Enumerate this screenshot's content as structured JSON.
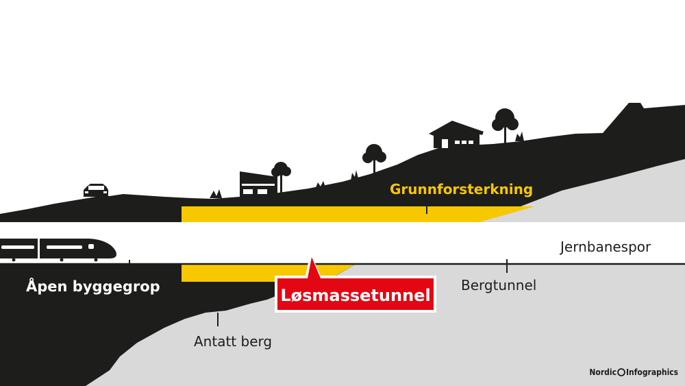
{
  "labels": {
    "grunnforsterkning": "Grunnforsterkning",
    "jernbanespor": "Jernbanespor",
    "apen_byggegrop": "Åpen byggegrop",
    "losmassetunnel": "Løsmassetunnel",
    "bergtunnel": "Bergtunnel",
    "antatt_berg": "Antatt berg"
  },
  "credit": {
    "left": "Nordic",
    "right": "Infographics"
  },
  "colors": {
    "ground": "#1d1d1b",
    "rock": "#d9d9d9",
    "reinforcement": "#f7c800",
    "tunnel_label": "#e30613",
    "grunnforsterkning_text": "#f7c800",
    "text": "#1d1d1b"
  },
  "icons": [
    "car-icon",
    "house-icon",
    "tree-icon",
    "train-icon",
    "bush-icon"
  ]
}
